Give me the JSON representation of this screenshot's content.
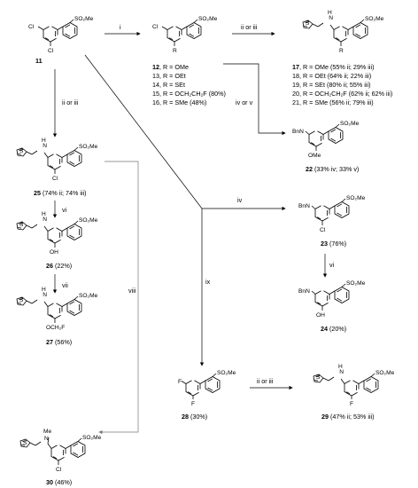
{
  "reagents": {
    "r_i": "i",
    "r_ii_iii": "ii or iii",
    "r_iv_v": "iv or v",
    "r_iv": "iv",
    "r_vi": "vi",
    "r_vii": "vii",
    "r_viii": "viii",
    "r_ix": "ix"
  },
  "atoms": {
    "Cl": "Cl",
    "R": "R",
    "N": "N",
    "H": "H",
    "S": "S",
    "F": "F",
    "OH": "OH",
    "OMe": "OMe",
    "BnN": "BnN",
    "Me": "Me",
    "SO2Me": "SO₂Me",
    "OCH2F": "OCH₂F"
  },
  "compounds": {
    "c11": "11",
    "c12_num": "12",
    "c12_text": ", R = OMe",
    "c13": "13, R = OEt",
    "c14": "14, R = SEt",
    "c15": "15, R = OCH₂CH₂F (80%)",
    "c16": "16, R = SMe (48%)",
    "c17_num": "17",
    "c17_text": ", R = OMe (55% ii; 29% iii)",
    "c18": "18, R = OEt (64% ii; 22% iii)",
    "c19": "19, R = SEt (80% ii; 55% iii)",
    "c20": "20, R = OCH₂CH₂F (62% ii; 62% iii)",
    "c21": "21, R = SMe (56% ii; 79% iii)",
    "c22_num": "22",
    "c22_text": " (33% iv; 33% v)",
    "c23_num": "23",
    "c23_text": " (76%)",
    "c24_num": "24",
    "c24_text": " (20%)",
    "c25_num": "25",
    "c25_text": " (74% ii; 74% iii)",
    "c26_num": "26",
    "c26_text": " (22%)",
    "c27_num": "27",
    "c27_text": " (56%)",
    "c28_num": "28",
    "c28_text": " (30%)",
    "c29_num": "29",
    "c29_text": " (47% ii; 53% iii)",
    "c30_num": "30",
    "c30_text": " (46%)"
  }
}
